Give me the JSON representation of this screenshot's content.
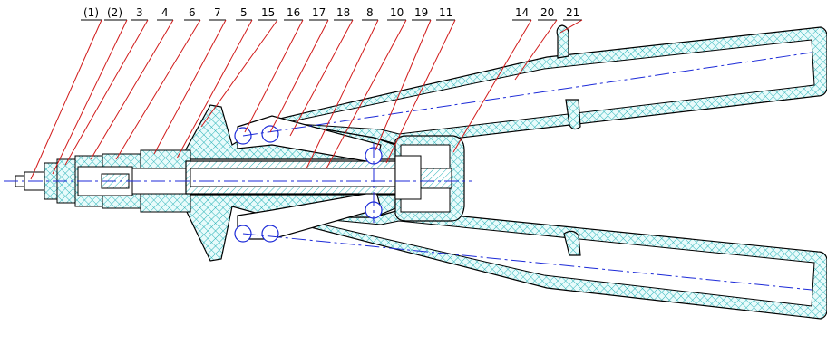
{
  "labels": [
    "(1)",
    "(2)",
    "3",
    "4",
    "6",
    "7",
    "5",
    "15",
    "16",
    "17",
    "18",
    "8",
    "10",
    "19",
    "11",
    "14",
    "20",
    "21"
  ],
  "colors": {
    "outline": "#000000",
    "hatch": "#2ab3b8",
    "hatch_fill": "#e8fbfb",
    "leader": "#d11a1a",
    "centerline": "#1c2ad8",
    "pin": "#1c2ad8"
  }
}
